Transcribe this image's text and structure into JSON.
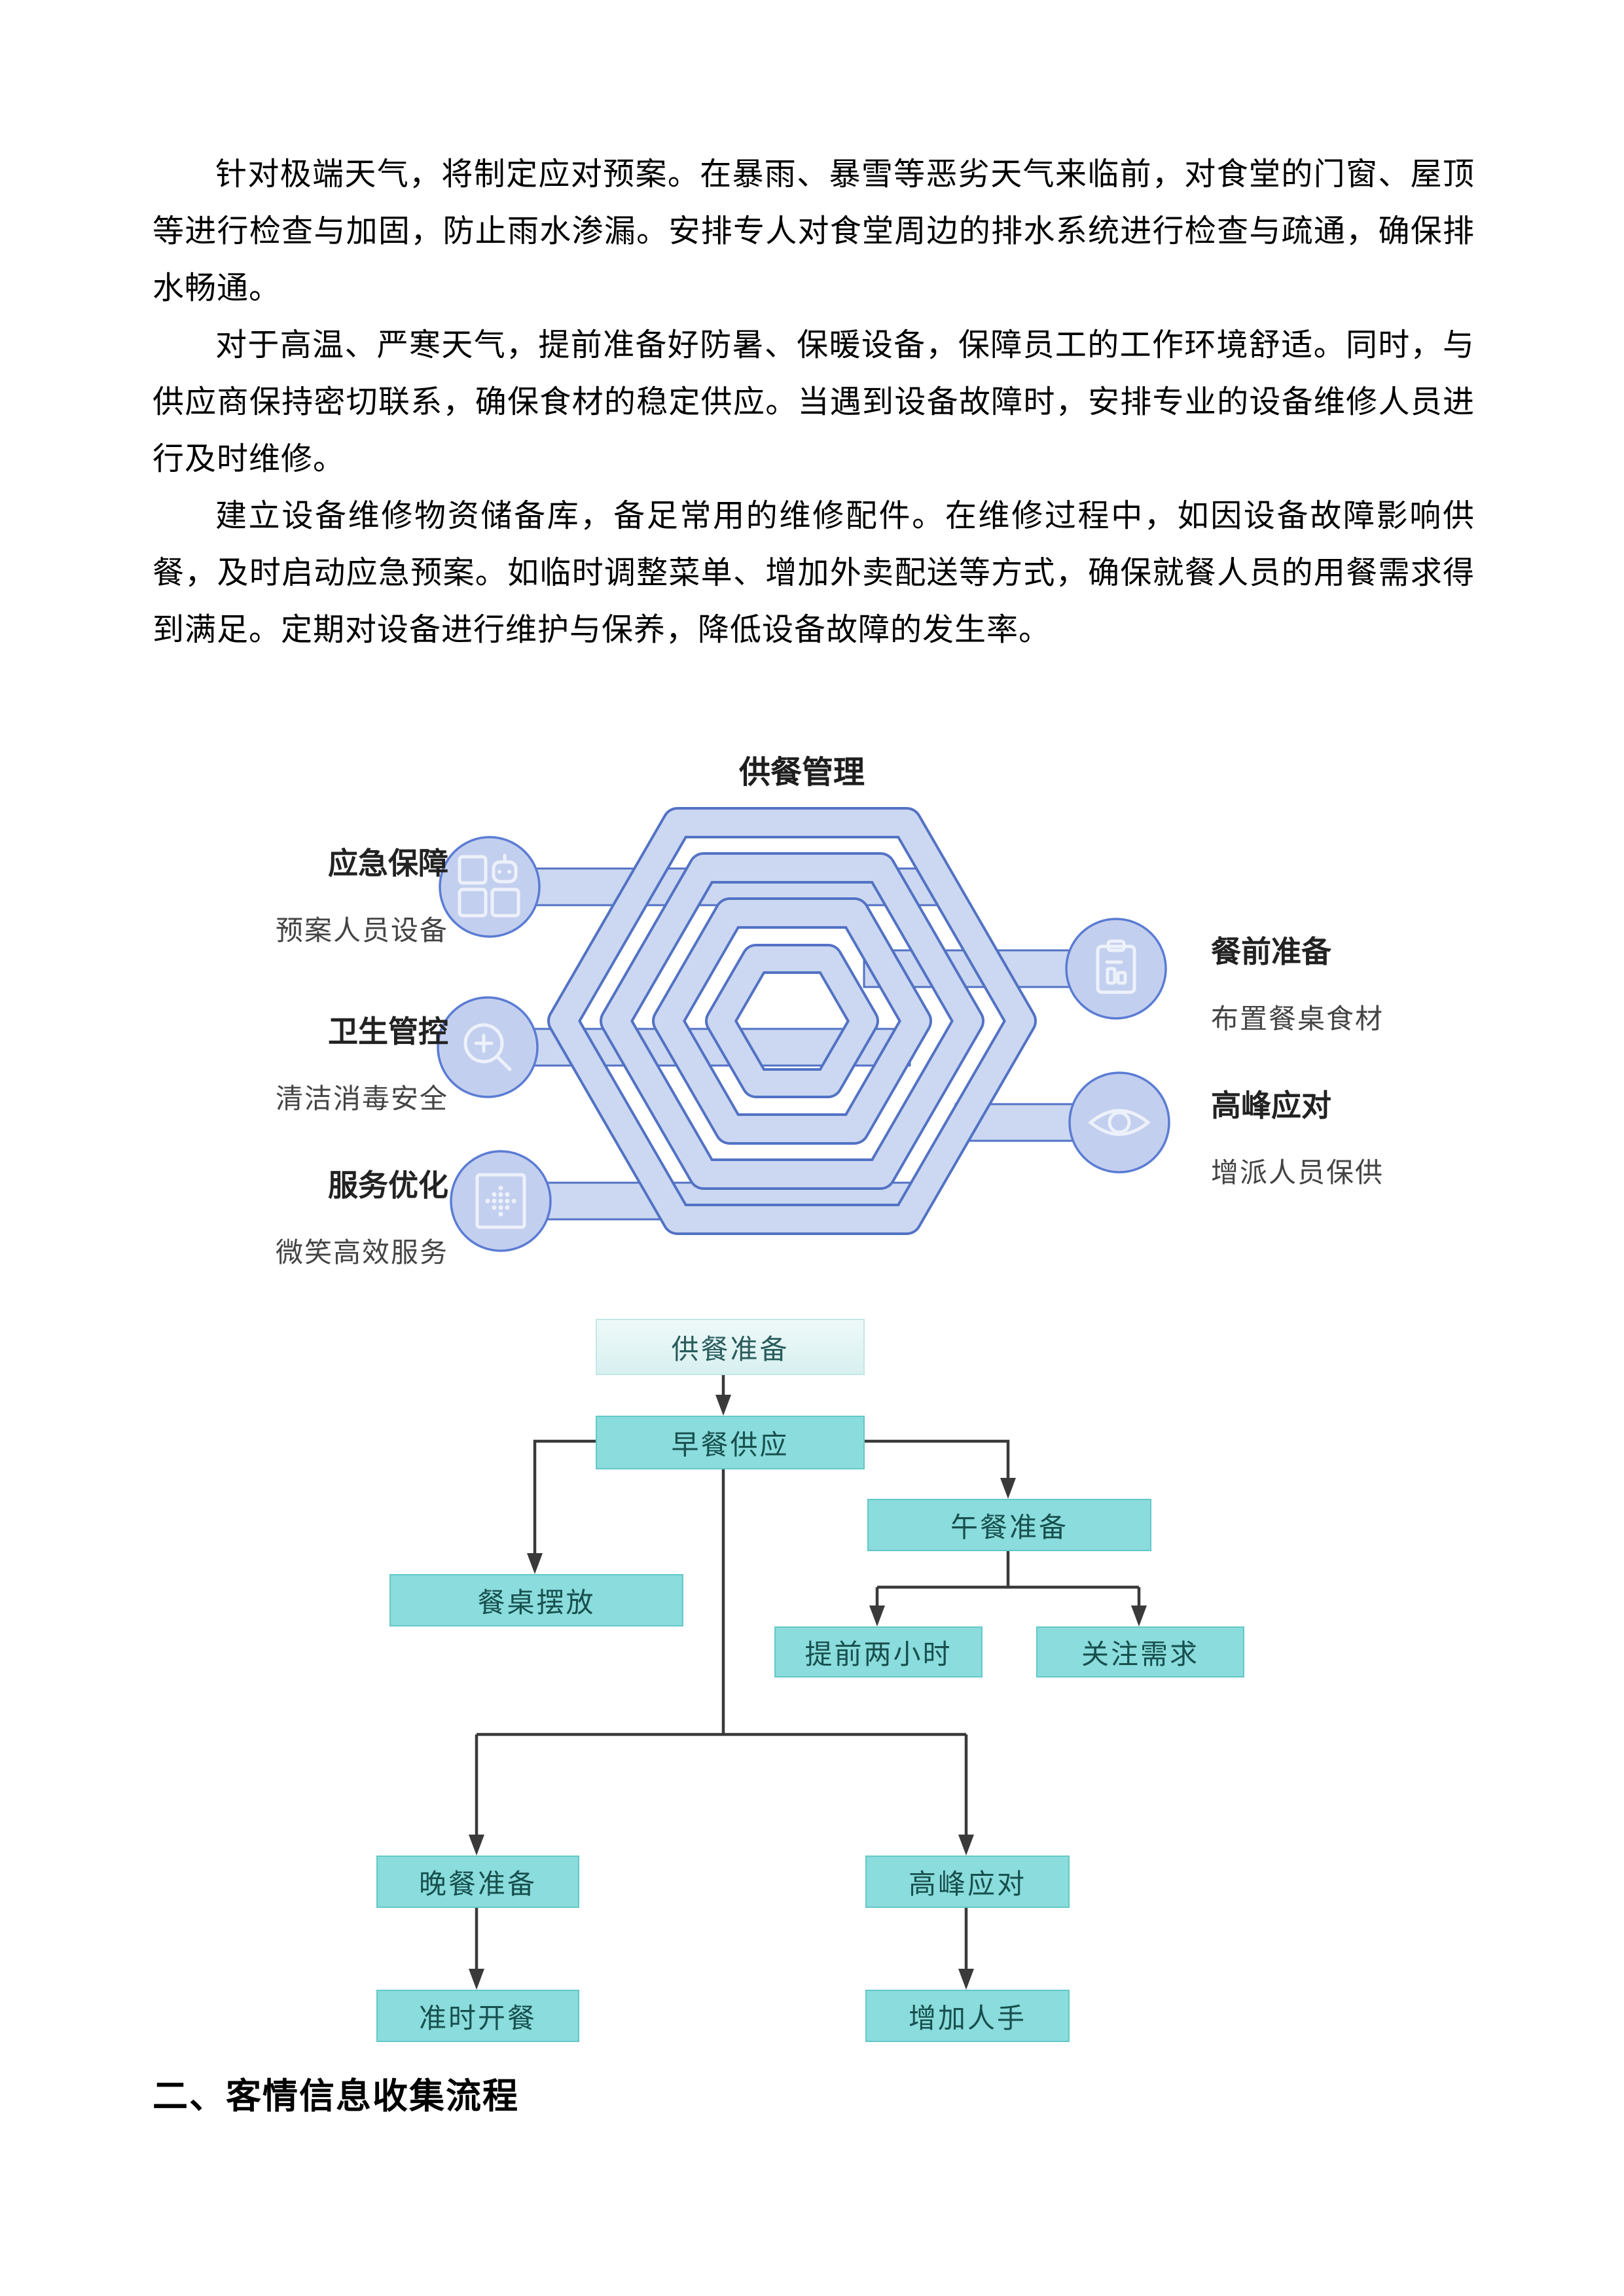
{
  "document": {
    "paragraphs": [
      "针对极端天气，将制定应对预案。在暴雨、暴雪等恶劣天气来临前，对食堂的门窗、屋顶等进行检查与加固，防止雨水渗漏。安排专人对食堂周边的排水系统进行检查与疏通，确保排水畅通。",
      "对于高温、严寒天气，提前准备好防暑、保暖设备，保障员工的工作环境舒适。同时，与供应商保持密切联系，确保食材的稳定供应。当遇到设备故障时，安排专业的设备维修人员进行及时维修。",
      "建立设备维修物资储备库，备足常用的维修配件。在维修过程中，如因设备故障影响供餐，及时启动应急预案。如临时调整菜单、增加外卖配送等方式，确保就餐人员的用餐需求得到满足。定期对设备进行维护与保养，降低设备故障的发生率。"
    ],
    "section_heading": "二、客情信息收集流程"
  },
  "hex_diagram": {
    "title": "供餐管理",
    "left_items": [
      {
        "label": "应急保障",
        "sublabel": "预案人员设备",
        "icon": "dashboard-grid-icon"
      },
      {
        "label": "卫生管控",
        "sublabel": "清洁消毒安全",
        "icon": "magnifier-plus-icon"
      },
      {
        "label": "服务优化",
        "sublabel": "微笑高效服务",
        "icon": "dotted-pattern-icon"
      }
    ],
    "right_items": [
      {
        "label": "餐前准备",
        "sublabel": "布置餐桌食材",
        "icon": "clipboard-icon"
      },
      {
        "label": "高峰应对",
        "sublabel": "增派人员保供",
        "icon": "eye-icon"
      }
    ],
    "colors": {
      "shape_fill": "#ccd8f1",
      "shape_stroke": "#5272c4",
      "node_fill": "#c3cfee",
      "icon_stroke": "#edf1fb"
    }
  },
  "flowchart": {
    "nodes": {
      "prep": "供餐准备",
      "breakfast": "早餐供应",
      "lunch": "午餐准备",
      "table": "餐桌摆放",
      "twohours": "提前两小时",
      "needs": "关注需求",
      "dinner": "晚餐准备",
      "peak": "高峰应对",
      "ontime": "准时开餐",
      "staff": "增加人手"
    },
    "colors": {
      "node_fill": "#8bdcdc",
      "node_border": "#63c8c8",
      "start_fill": "#e2f4f4",
      "text": "#17504f",
      "line": "#3a3a3a"
    }
  }
}
